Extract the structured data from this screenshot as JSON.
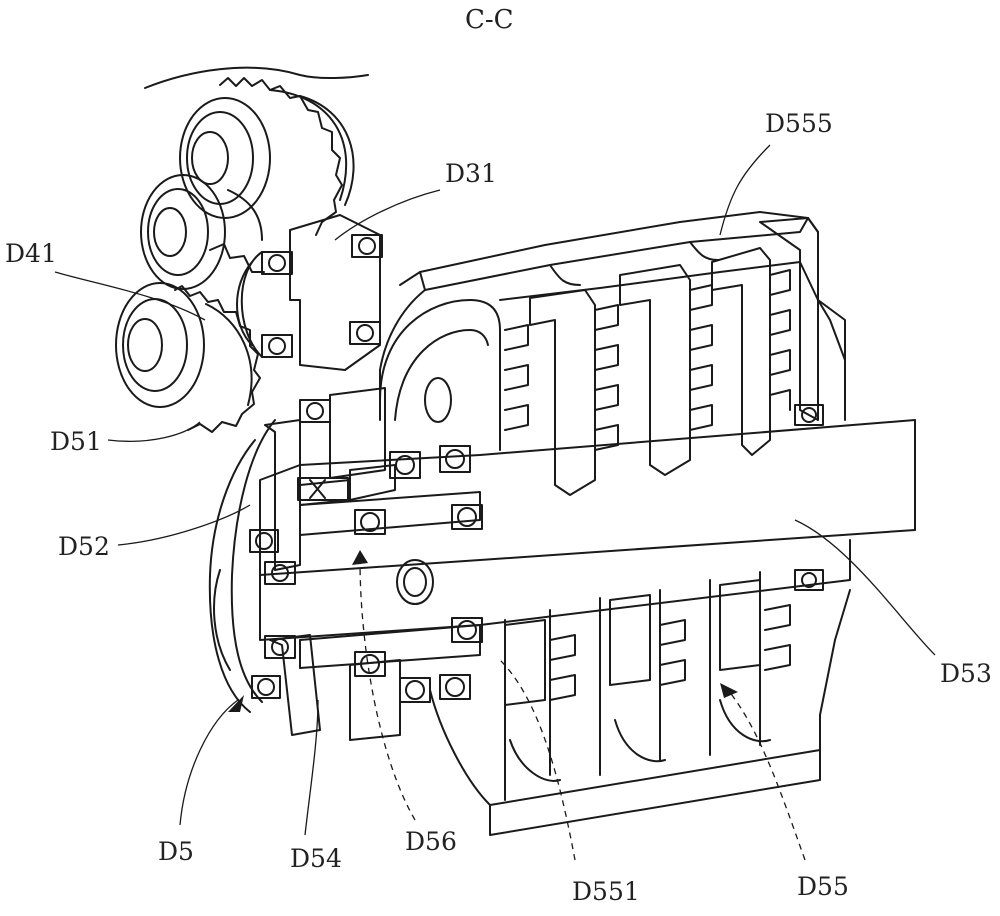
{
  "title": "C-C",
  "labels": {
    "d555": "D555",
    "d31": "D31",
    "d41": "D41",
    "d51": "D51",
    "d52": "D52",
    "d53": "D53",
    "d5": "D5",
    "d54": "D54",
    "d56": "D56",
    "d551": "D551",
    "d55": "D55"
  }
}
